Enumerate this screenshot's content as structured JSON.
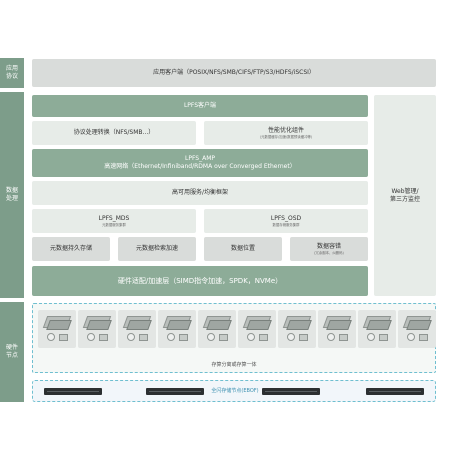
{
  "layers": {
    "app_protocol": "应用协议",
    "data_processing": "数据处理",
    "hardware_nodes": "硬件节点"
  },
  "app_client": "应用客户端（POSIX/NFS/SMB/CIFS/FTP/S3/HDFS/iSCSI）",
  "lpfs_client": "LPFS客户端",
  "protocol_conversion": "协议处理转换（NFS/SMB...）",
  "perf_plugin": {
    "title": "性能优化组件",
    "note": "(元数据缓存/加速/数据预读缓冲等)"
  },
  "lpfs_amp": {
    "title": "LPFS_AMP",
    "subtitle": "高速网络（Ethernet/Infiniband/RDMA over Converged Ethernet）"
  },
  "ha_service": "高可用服务/均衡框架",
  "lpfs_mds": {
    "title": "LPFS_MDS",
    "note": "元数据服务集群"
  },
  "lpfs_osd": {
    "title": "LPFS_OSD",
    "note": "数据存储服务集群"
  },
  "storage_row": [
    {
      "label": "元数据持久存储",
      "note": ""
    },
    {
      "label": "元数据检索加速",
      "note": ""
    },
    {
      "label": "数据位置",
      "note": ""
    },
    {
      "label": "数据容错",
      "note": "(冗余副本、纠删码)"
    }
  ],
  "hw_adapter": "硬件适配/加速层（SIMD指令加速，SPDK，NVMe）",
  "web_mgmt": [
    "Web管理/",
    "第三方监控"
  ],
  "hardware_caption": "存算分离或存算一体",
  "ebof_label": "全闪存储节点(EBOF)",
  "colors": {
    "side": "#7d9d8a",
    "dark_box": "#8dac98",
    "light_box": "#e7ece8",
    "gray_box": "#d9dcda",
    "dashed": "#6fbfd0"
  },
  "hardware_icons": [
    "storage-server-icon",
    "storage-server-icon",
    "storage-server-icon",
    "storage-server-icon",
    "storage-server-icon",
    "storage-server-icon",
    "storage-server-icon",
    "storage-server-icon",
    "storage-server-icon",
    "storage-server-icon"
  ]
}
